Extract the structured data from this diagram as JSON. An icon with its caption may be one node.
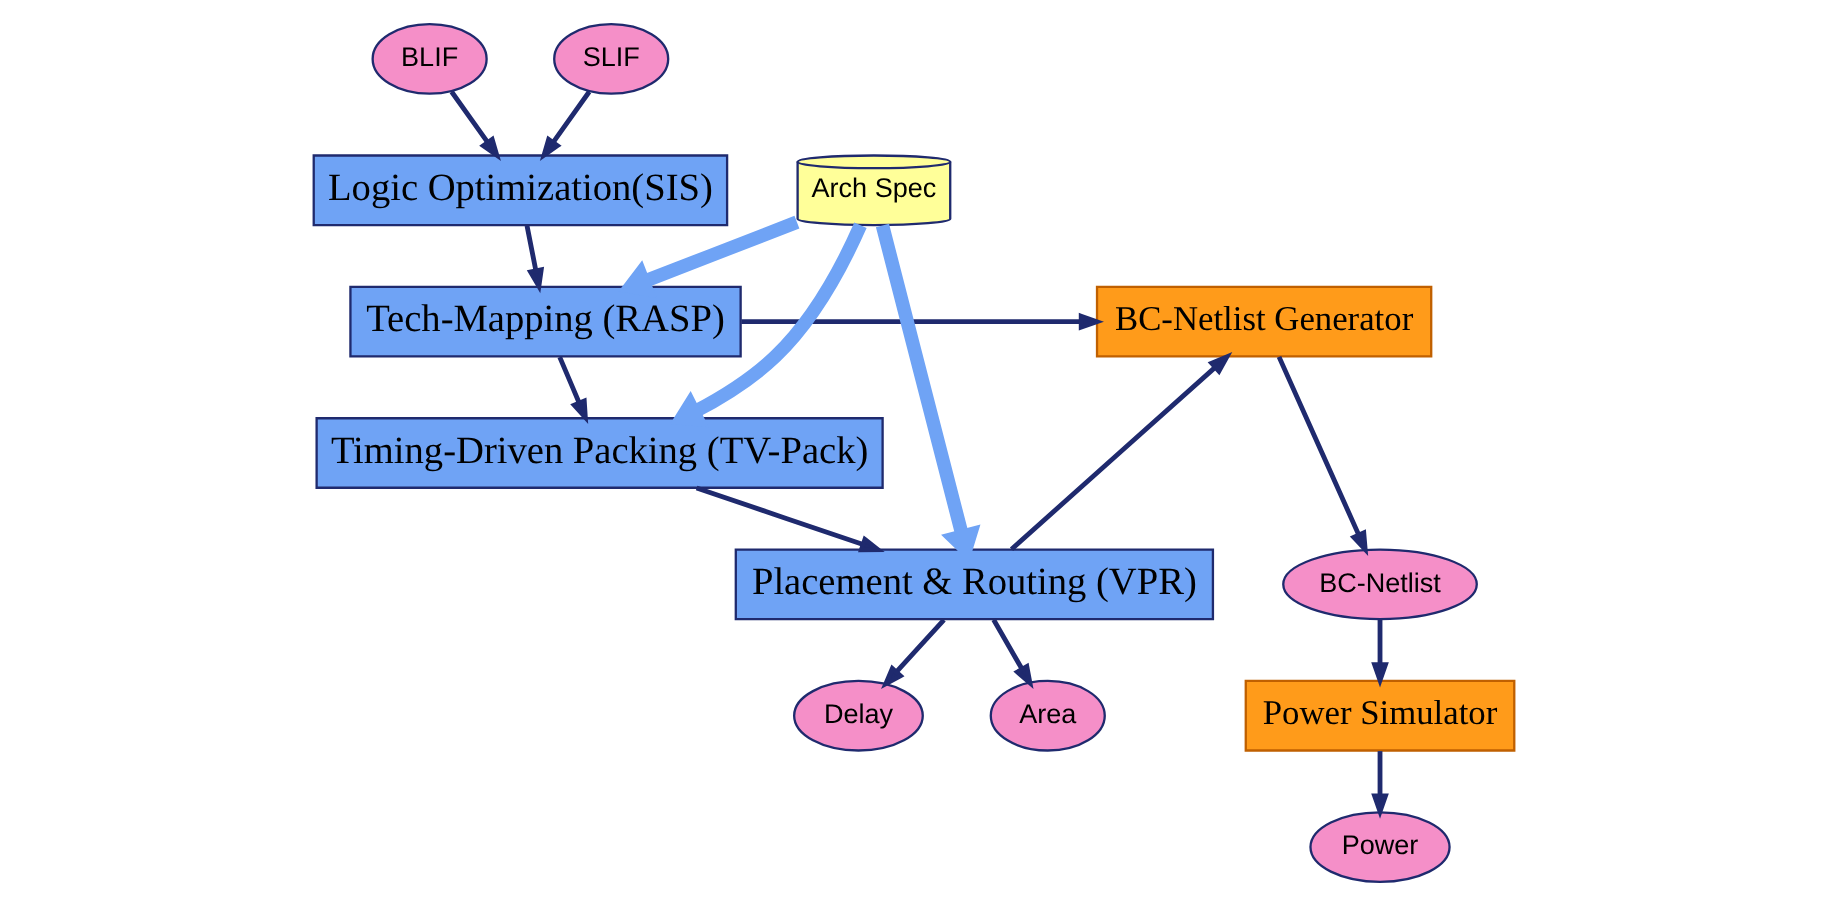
{
  "diagram": {
    "nodes": [
      {
        "text": [
          "BLIF"
        ]
      },
      {
        "text": [
          "SLIF"
        ]
      },
      {
        "text": [
          "Logic Optimization(SIS)"
        ]
      },
      {
        "text": [
          "Tech-Mapping (RASP)"
        ]
      },
      {
        "text": [
          "Arch Spec"
        ]
      },
      {
        "text": [
          "Timing-Driven Packing (TV-Pack)"
        ]
      },
      {
        "text": [
          "Placement & Routing (VPR)"
        ]
      },
      {
        "text": [
          "BC-Netlist Generator"
        ]
      },
      {
        "text": [
          "BC-Netlist"
        ]
      },
      {
        "text": [
          "Power Simulator"
        ]
      },
      {
        "text": [
          "Area"
        ]
      },
      {
        "text": [
          "Delay"
        ]
      },
      {
        "text": [
          "Power"
        ]
      }
    ],
    "edges": [
      {
        "from": 0,
        "to": 2,
        "arrow": "to"
      },
      {
        "from": 1,
        "to": 2,
        "arrow": "to"
      },
      {
        "from": 2,
        "to": 3,
        "arrow": "to"
      },
      {
        "from": 4,
        "to": 3,
        "arrow": "to",
        "style": "thick",
        "color": "#6fa3f5"
      },
      {
        "from": 4,
        "to": 5,
        "arrow": "to",
        "style": "thick",
        "color": "#6fa3f5"
      },
      {
        "from": 4,
        "to": 6,
        "arrow": "to",
        "style": "thick",
        "color": "#6fa3f5"
      },
      {
        "from": 3,
        "to": 5,
        "arrow": "to"
      },
      {
        "from": 5,
        "to": 6,
        "arrow": "to"
      },
      {
        "from": 3,
        "to": 7,
        "arrow": "to"
      },
      {
        "from": 6,
        "to": 7,
        "arrow": "to"
      },
      {
        "from": 7,
        "to": 8,
        "arrow": "to"
      },
      {
        "from": 8,
        "to": 9,
        "arrow": "to"
      },
      {
        "from": 9,
        "to": 12,
        "arrow": "to"
      },
      {
        "from": 6,
        "to": 10,
        "arrow": "to"
      },
      {
        "from": 6,
        "to": 11,
        "arrow": "to"
      }
    ]
  }
}
